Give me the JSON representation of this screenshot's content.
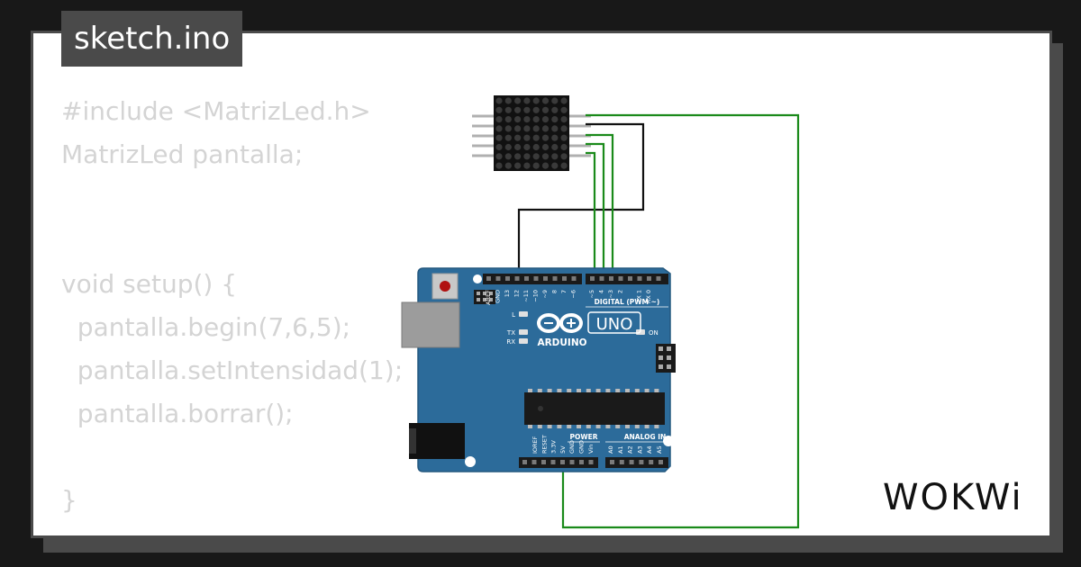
{
  "file_tab": {
    "label": "sketch.ino"
  },
  "code_lines": [
    "#include <MatrizLed.h>",
    "MatrizLed pantalla;",
    "",
    "",
    "void setup() {",
    "  pantalla.begin(7,6,5);",
    "  pantalla.setIntensidad(1);",
    "  pantalla.borrar();",
    "",
    "}"
  ],
  "board": {
    "brand": "ARDUINO",
    "model": "UNO",
    "on_label": "ON",
    "led_l": "L",
    "led_tx": "TX",
    "led_rx": "RX",
    "digital_header": "DIGITAL (PWM ~)",
    "power_header": "POWER",
    "analog_header": "ANALOG IN",
    "top_pins": [
      "AREF",
      "GND",
      "13",
      "12",
      "~11",
      "~10",
      "~9",
      "8",
      "7",
      "~6",
      "~5",
      "4",
      "~3",
      "2",
      "TX 1",
      "RX 0"
    ],
    "power_pins": [
      "IOREF",
      "RESET",
      "3.3V",
      "5V",
      "GND",
      "GND",
      "Vin"
    ],
    "analog_pins": [
      "A0",
      "A1",
      "A2",
      "A3",
      "A4",
      "A5"
    ]
  },
  "brand_logo": {
    "text": "WOKWi"
  },
  "colors": {
    "background": "#181818",
    "frame": "#4a4a4a",
    "code_text": "#d4d4d4",
    "board_blue": "#2c6b9a",
    "wire_green": "#1a8a1a",
    "wire_black": "#111111",
    "matrix": "#111111"
  }
}
